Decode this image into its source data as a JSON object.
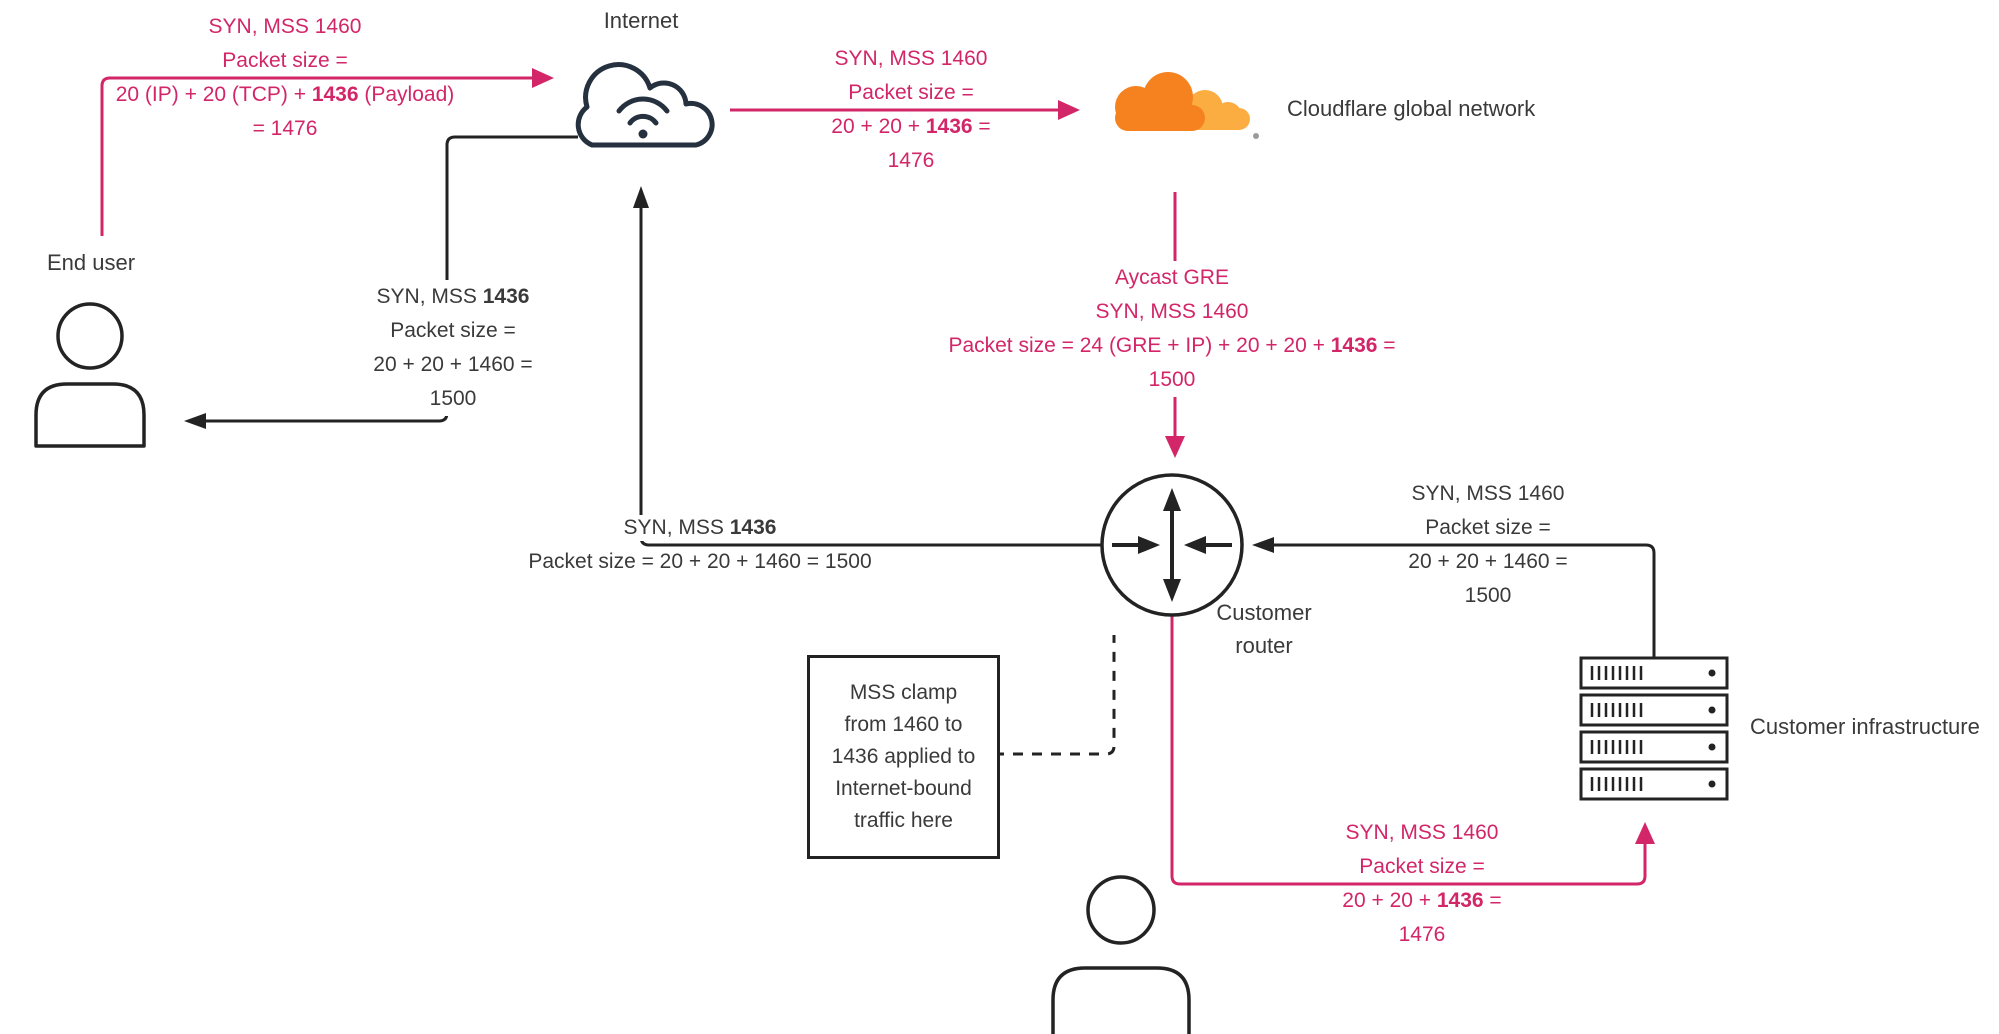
{
  "colors": {
    "pink": "#d22668",
    "dark": "#232323",
    "text": "#3a3a3a",
    "cloudflare_orange": "#f6821f",
    "cloudflare_orange_light": "#fbad41"
  },
  "nodes": {
    "end_user": {
      "label": "End user"
    },
    "internet": {
      "label": "Internet"
    },
    "cloudflare": {
      "label": "Cloudflare global network"
    },
    "router": {
      "label_line1": "Customer",
      "label_line2": "router"
    },
    "infrastructure": {
      "label": "Customer infrastructure"
    },
    "clamp_note": {
      "lines": [
        "MSS clamp",
        "from 1460 to",
        "1436 applied to",
        "Internet-bound",
        "traffic here"
      ]
    }
  },
  "flows": {
    "user_to_internet": {
      "l1": "SYN, MSS 1460",
      "l2": "Packet size =",
      "l3_pre": "20 (IP) + 20 (TCP) + ",
      "l3_bold": "1436",
      "l3_post": " (Payload)",
      "l4": "= 1476"
    },
    "internet_to_cloudflare": {
      "l1": "SYN, MSS 1460",
      "l2": "Packet size =",
      "l3_pre": "20 + 20 + ",
      "l3_bold": "1436",
      "l3_post": " =",
      "l4": "1476"
    },
    "cloudflare_to_router": {
      "l1": "Aycast GRE",
      "l2": "SYN, MSS 1460",
      "l3_pre": "Packet size = 24 (GRE + IP) + 20 + 20 + ",
      "l3_bold": "1436",
      "l3_post": " =",
      "l4": "1500"
    },
    "router_to_internet": {
      "l1_pre": "SYN, MSS ",
      "l1_bold": "1436",
      "l2": "Packet size = 20 + 20 + 1460 = 1500"
    },
    "internet_to_user": {
      "l1_pre": "SYN, MSS ",
      "l1_bold": "1436",
      "l2": "Packet size =",
      "l3": "20 + 20 + 1460 =",
      "l4": "1500"
    },
    "infra_to_router": {
      "l1": "SYN, MSS 1460",
      "l2": "Packet size =",
      "l3": "20 + 20 + 1460 =",
      "l4": "1500"
    },
    "router_to_infra": {
      "l1": "SYN, MSS 1460",
      "l2": "Packet size =",
      "l3_pre": "20 + 20 + ",
      "l3_bold": "1436",
      "l3_post": " =",
      "l4": "1476"
    }
  }
}
